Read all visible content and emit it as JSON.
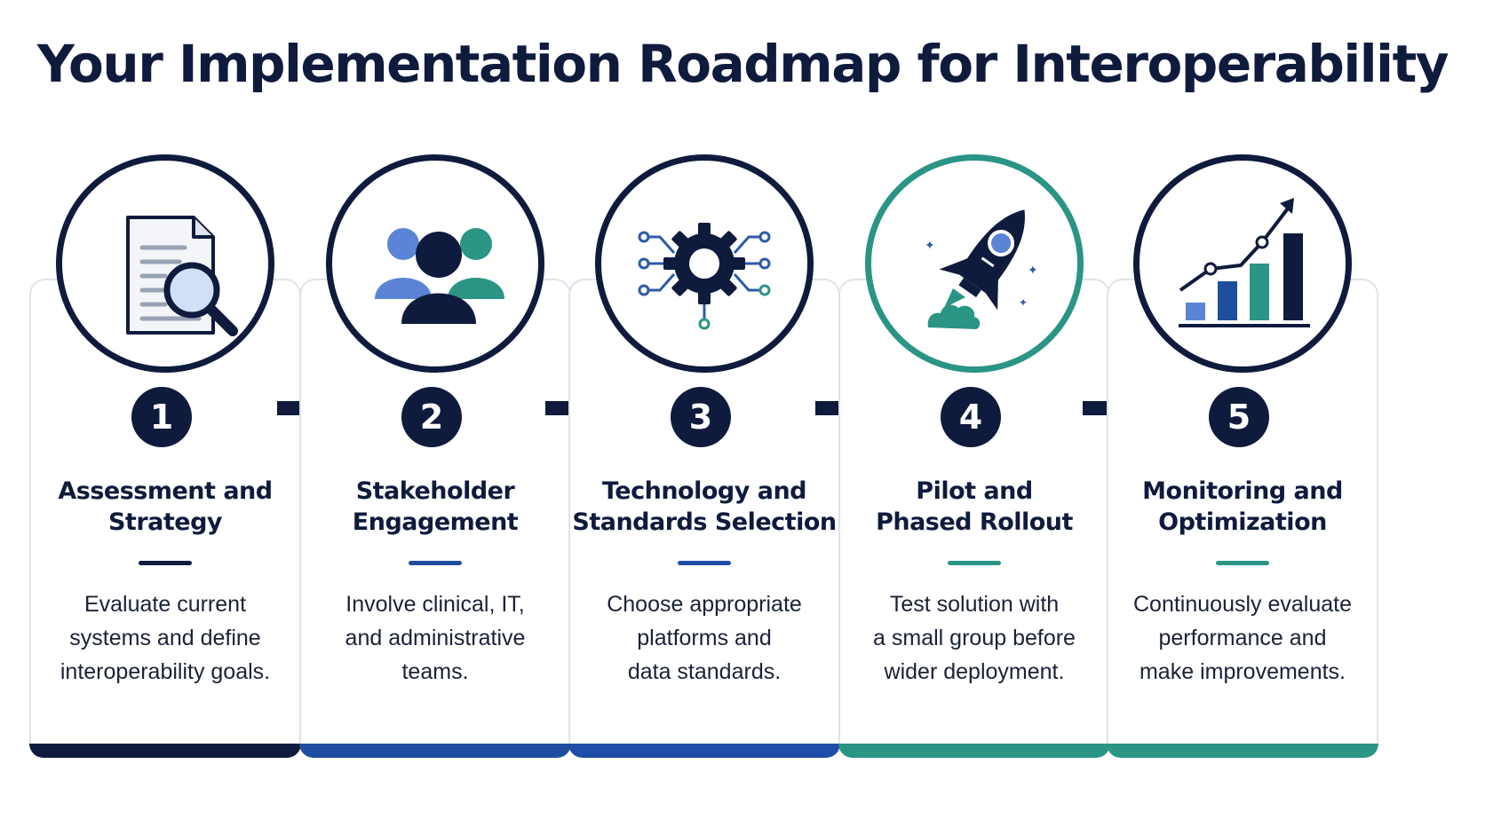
{
  "title": "Your Implementation Roadmap for Interoperability",
  "steps": [
    {
      "number": "1",
      "title_line1": "Assessment and",
      "title_line2": "Strategy",
      "desc_line1": "Evaluate current",
      "desc_line2": "systems and define",
      "desc_line3": "interoperability goals.",
      "icon": "document-magnifier-icon",
      "accent": "#0f1b3d"
    },
    {
      "number": "2",
      "title_line1": "Stakeholder",
      "title_line2": "Engagement",
      "desc_line1": "Involve clinical, IT,",
      "desc_line2": "and administrative",
      "desc_line3": "teams.",
      "icon": "people-group-icon",
      "accent": "#1f4e9e"
    },
    {
      "number": "3",
      "title_line1": "Technology and",
      "title_line2": "Standards Selection",
      "desc_line1": "Choose appropriate",
      "desc_line2": "platforms and",
      "desc_line3": "data standards.",
      "icon": "gear-network-icon",
      "accent": "#1f4ea8"
    },
    {
      "number": "4",
      "title_line1": "Pilot and",
      "title_line2": "Phased Rollout",
      "desc_line1": "Test solution with",
      "desc_line2": "a small group before",
      "desc_line3": "wider deployment.",
      "icon": "rocket-icon",
      "accent": "#2a9485"
    },
    {
      "number": "5",
      "title_line1": "Monitoring and",
      "title_line2": "Optimization",
      "desc_line1": "Continuously evaluate",
      "desc_line2": "performance and",
      "desc_line3": "make improvements.",
      "icon": "growth-chart-icon",
      "accent": "#2a9485"
    }
  ],
  "colors": {
    "navy": "#0f1b3d",
    "blue": "#1f4e9e",
    "light_blue": "#5b84d6",
    "teal": "#2a9485"
  }
}
